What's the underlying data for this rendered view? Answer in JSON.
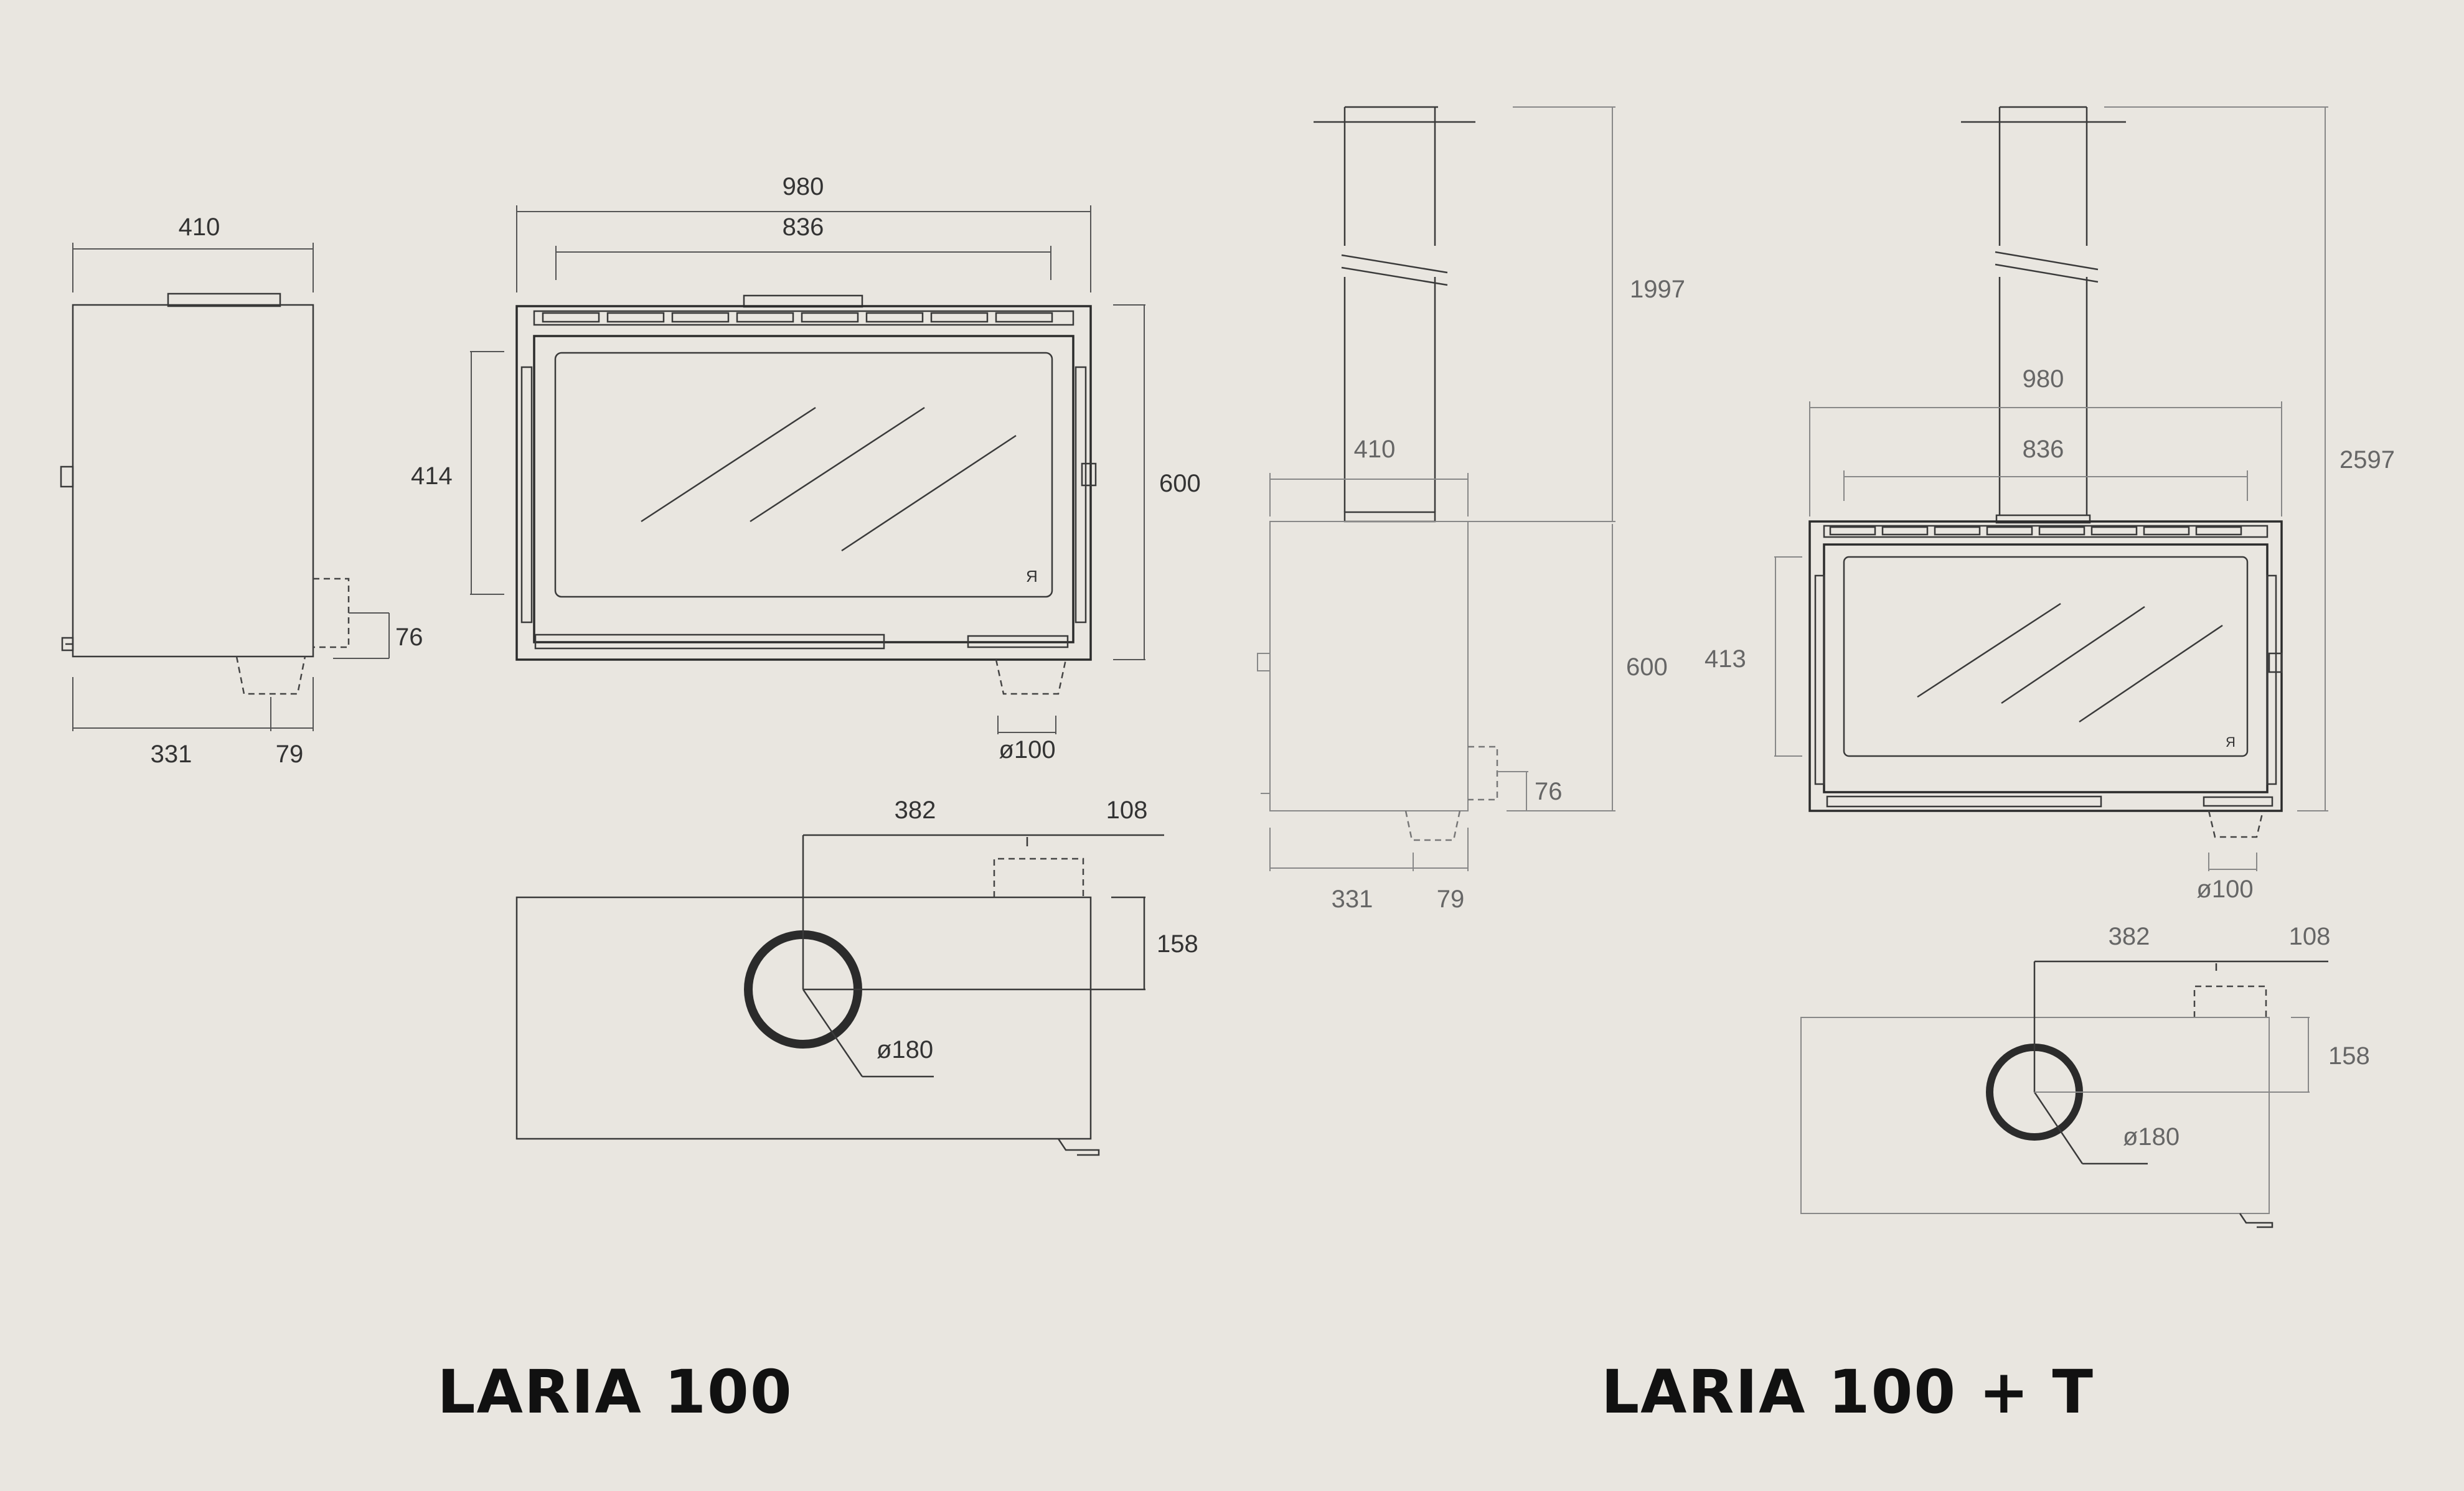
{
  "laria100": {
    "title": "LARIA 100",
    "side_view": {
      "width_label": "410",
      "depth_label": "331",
      "outlet_offset_label": "79",
      "outlet_height_label": "76"
    },
    "front_view": {
      "outer_width_label": "980",
      "glass_width_label": "836",
      "glass_height_label": "414",
      "height_label": "600",
      "outlet_diameter_label": "ø100"
    },
    "top_view": {
      "flue_x_label": "382",
      "flue_offset_label": "108",
      "flue_y_label": "158",
      "flue_diameter_label": "ø180"
    }
  },
  "laria100t": {
    "title": "LARIA 100 + T",
    "side_view": {
      "total_height_label": "1997",
      "width_label": "410",
      "body_height_label": "600",
      "depth_label": "331",
      "outlet_offset_label": "79",
      "outlet_height_label": "76"
    },
    "front_view": {
      "outer_width_label": "980",
      "glass_width_label": "836",
      "total_height_label": "2597",
      "glass_height_label": "413",
      "outlet_diameter_label": "ø100"
    },
    "top_view": {
      "flue_x_label": "382",
      "flue_offset_label": "108",
      "flue_y_label": "158",
      "flue_diameter_label": "ø180"
    }
  }
}
